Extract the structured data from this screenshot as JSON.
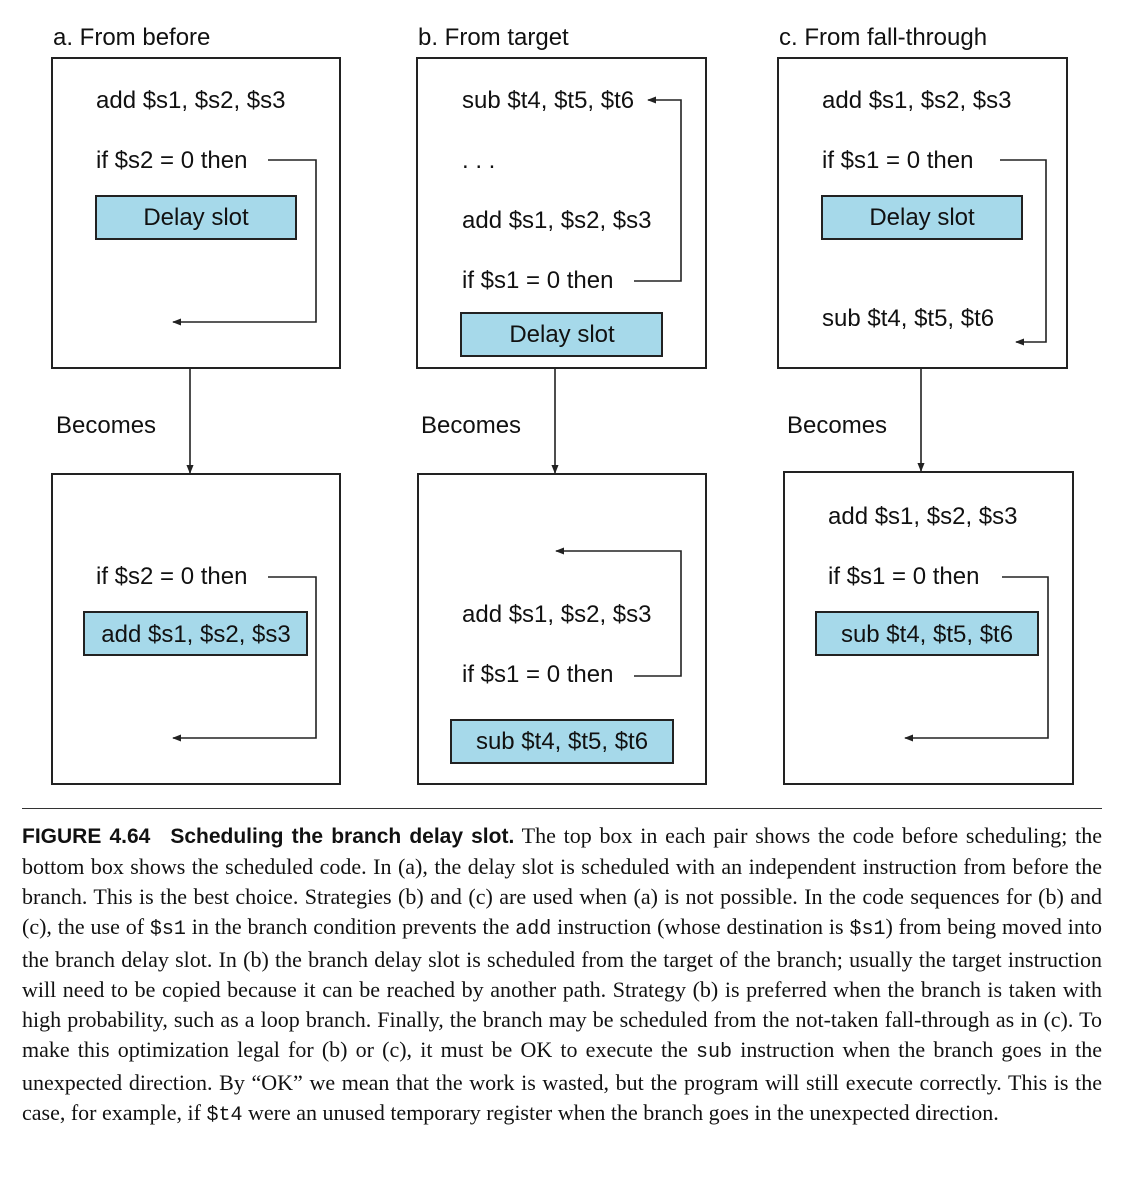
{
  "panels": {
    "a": {
      "title": "a. From before",
      "before": {
        "line1": "add $s1, $s2, $s3",
        "line2": "if $s2 = 0 then",
        "slot": "Delay slot"
      },
      "becomes": "Becomes",
      "after": {
        "line1": "if $s2 = 0 then",
        "slot": "add $s1, $s2, $s3"
      }
    },
    "b": {
      "title": "b. From target",
      "before": {
        "line1": "sub $t4, $t5, $t6",
        "dots": ". . .",
        "line2": "add $s1, $s2, $s3",
        "line3": "if $s1 = 0 then",
        "slot": "Delay slot"
      },
      "becomes": "Becomes",
      "after": {
        "line1": "add $s1, $s2, $s3",
        "line2": "if $s1 = 0 then",
        "slot": "sub $t4, $t5, $t6"
      }
    },
    "c": {
      "title": "c. From fall-through",
      "before": {
        "line1": "add $s1, $s2, $s3",
        "line2": "if $s1 = 0 then",
        "slot": "Delay slot",
        "line3": "sub $t4, $t5, $t6"
      },
      "becomes": "Becomes",
      "after": {
        "line1": "add $s1, $s2, $s3",
        "line2": "if $s1 = 0 then",
        "slot": "sub $t4, $t5, $t6"
      }
    }
  },
  "colors": {
    "slot_fill": "#a6d9ea",
    "stroke": "#222222"
  },
  "caption": {
    "figure": "FIGURE 4.64",
    "title": "Scheduling the branch delay slot.",
    "t1": " The top box in each pair shows the code before scheduling; the bottom box shows the scheduled code. In (a), the delay slot is scheduled with an independent instruction from before the branch. This is the best choice. Strategies (b) and (c) are used when (a) is not possible. In the code sequences for (b) and (c), the use of ",
    "c1": "$s1",
    "t2": " in the branch condition prevents the ",
    "c2": "add",
    "t3": " instruction (whose destination is ",
    "c3": "$s1",
    "t4": ") from being moved into the branch delay slot. In (b) the branch delay slot is scheduled from the target of the branch; usually the target instruction will need to be copied because it can be reached by another path. Strategy (b) is preferred when the branch is taken with high probability, such as a loop branch. Finally, the branch may be scheduled from the not-taken fall-through as in (c). To make this optimization legal for (b) or (c), it must be OK to execute the ",
    "c4": "sub",
    "t5": " instruction when the branch goes in the unexpected direction. By “OK” we mean that the work is wasted, but the program will still execute correctly. This is the case, for example, if ",
    "c5": "$t4",
    "t6": " were an unused temporary register when the branch goes in the unexpected direction."
  }
}
